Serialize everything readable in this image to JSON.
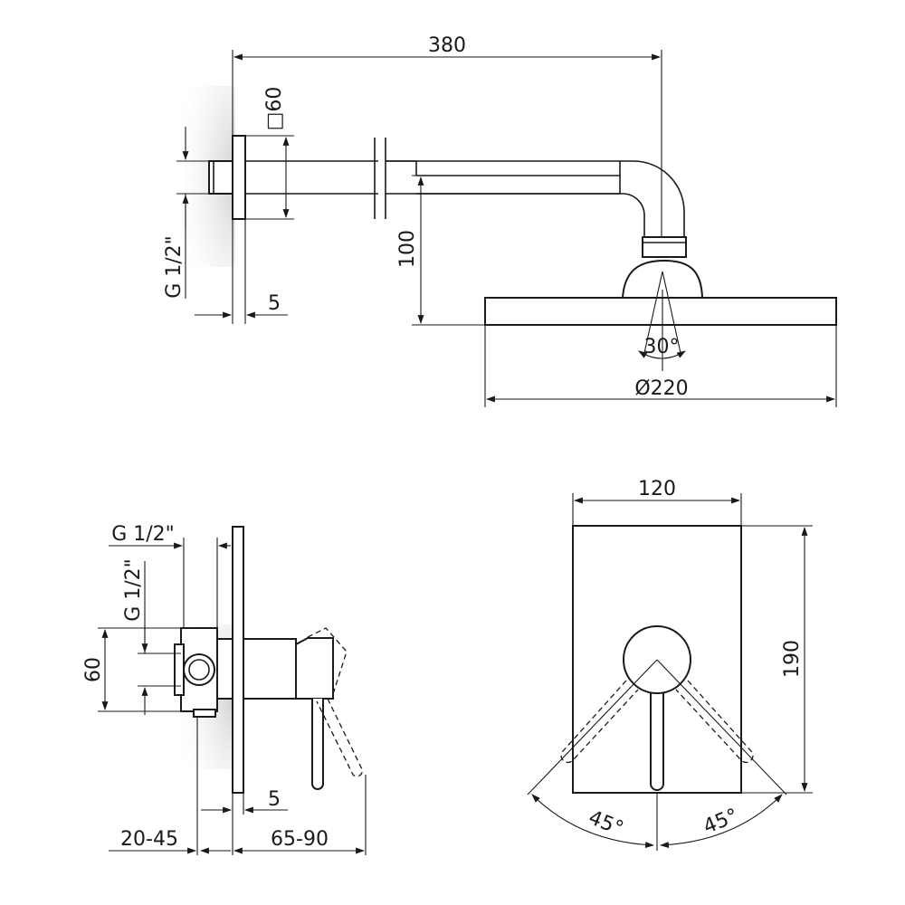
{
  "top_view": {
    "dim_arm_length": "380",
    "dim_square": "□60",
    "dim_thread": "G 1/2\"",
    "dim_wall_gap": "5",
    "dim_drop": "100",
    "dim_angle": "30°",
    "dim_head_diameter": "Ø220"
  },
  "valve_side_view": {
    "dim_thread_top": "G 1/2\"",
    "dim_thread_side": "G 1/2\"",
    "dim_height": "60",
    "dim_wall_gap": "5",
    "dim_depth": "20-45",
    "dim_projection": "65-90"
  },
  "valve_front_view": {
    "dim_width": "120",
    "dim_height": "190",
    "dim_angle_left": "45°",
    "dim_angle_right": "45°"
  }
}
